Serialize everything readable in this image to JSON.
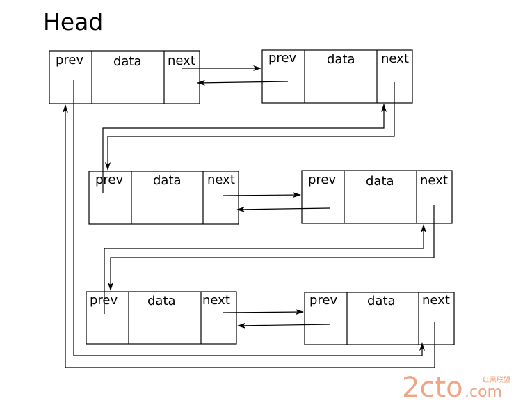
{
  "title": "Head",
  "field_labels": {
    "prev": "prev",
    "data": "data",
    "next": "next"
  },
  "watermark": {
    "logo": "2cto",
    "domain": ".com",
    "tagline": "红黑联盟"
  }
}
